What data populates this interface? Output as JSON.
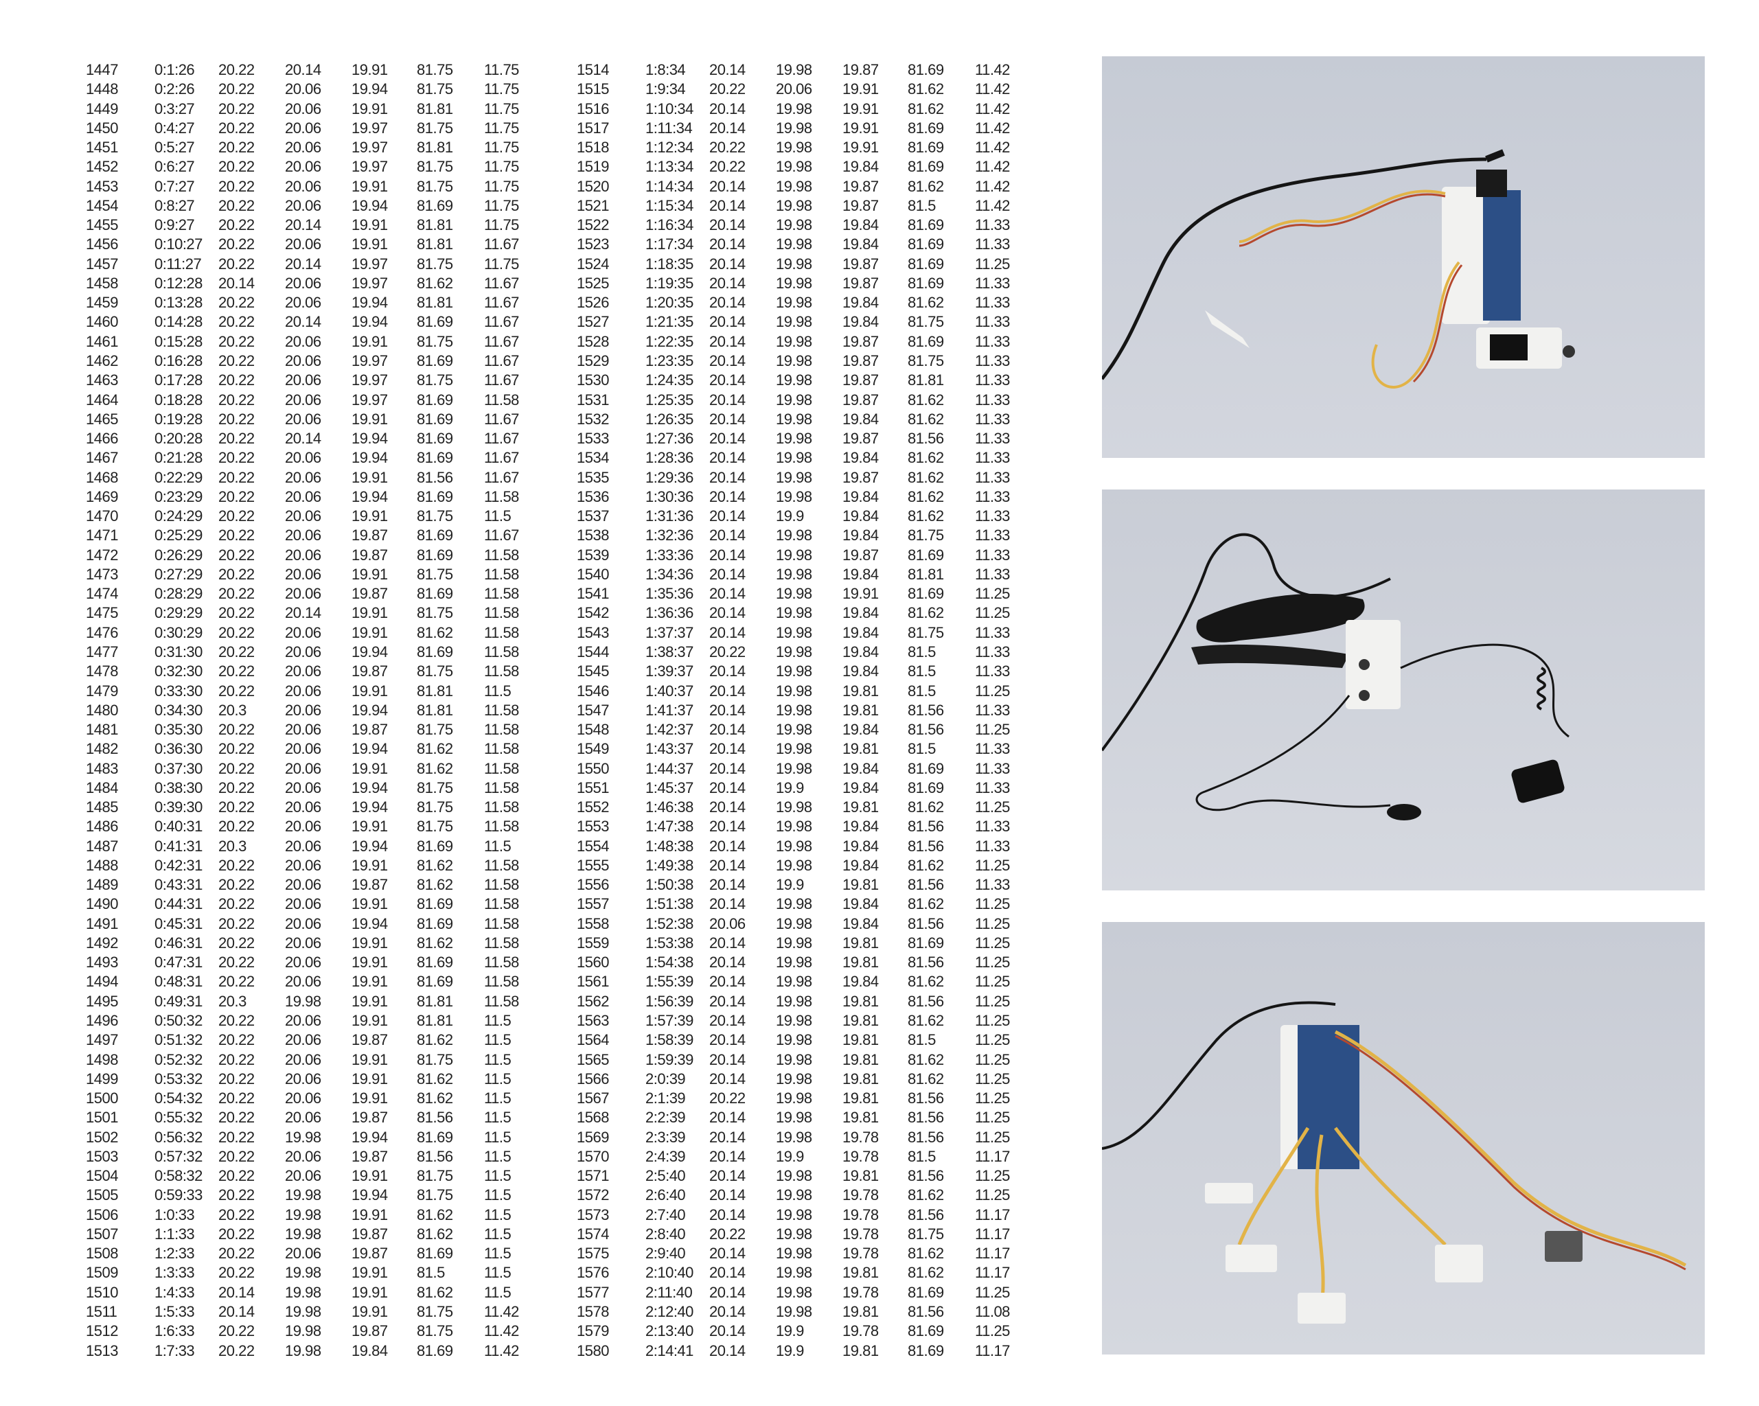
{
  "table": {
    "left_rows": [
      [
        "1447",
        "0:1:26",
        "20.22",
        "20.14",
        "19.91",
        "81.75",
        "11.75"
      ],
      [
        "1448",
        "0:2:26",
        "20.22",
        "20.06",
        "19.94",
        "81.75",
        "11.75"
      ],
      [
        "1449",
        "0:3:27",
        "20.22",
        "20.06",
        "19.91",
        "81.81",
        "11.75"
      ],
      [
        "1450",
        "0:4:27",
        "20.22",
        "20.06",
        "19.97",
        "81.75",
        "11.75"
      ],
      [
        "1451",
        "0:5:27",
        "20.22",
        "20.06",
        "19.97",
        "81.81",
        "11.75"
      ],
      [
        "1452",
        "0:6:27",
        "20.22",
        "20.06",
        "19.97",
        "81.75",
        "11.75"
      ],
      [
        "1453",
        "0:7:27",
        "20.22",
        "20.06",
        "19.91",
        "81.75",
        "11.75"
      ],
      [
        "1454",
        "0:8:27",
        "20.22",
        "20.06",
        "19.94",
        "81.69",
        "11.75"
      ],
      [
        "1455",
        "0:9:27",
        "20.22",
        "20.14",
        "19.91",
        "81.81",
        "11.75"
      ],
      [
        "1456",
        "0:10:27",
        "20.22",
        "20.06",
        "19.91",
        "81.81",
        "11.67"
      ],
      [
        "1457",
        "0:11:27",
        "20.22",
        "20.14",
        "19.97",
        "81.75",
        "11.75"
      ],
      [
        "1458",
        "0:12:28",
        "20.14",
        "20.06",
        "19.97",
        "81.62",
        "11.67"
      ],
      [
        "1459",
        "0:13:28",
        "20.22",
        "20.06",
        "19.94",
        "81.81",
        "11.67"
      ],
      [
        "1460",
        "0:14:28",
        "20.22",
        "20.14",
        "19.94",
        "81.69",
        "11.67"
      ],
      [
        "1461",
        "0:15:28",
        "20.22",
        "20.06",
        "19.91",
        "81.75",
        "11.67"
      ],
      [
        "1462",
        "0:16:28",
        "20.22",
        "20.06",
        "19.97",
        "81.69",
        "11.67"
      ],
      [
        "1463",
        "0:17:28",
        "20.22",
        "20.06",
        "19.97",
        "81.75",
        "11.67"
      ],
      [
        "1464",
        "0:18:28",
        "20.22",
        "20.06",
        "19.97",
        "81.69",
        "11.58"
      ],
      [
        "1465",
        "0:19:28",
        "20.22",
        "20.06",
        "19.91",
        "81.69",
        "11.67"
      ],
      [
        "1466",
        "0:20:28",
        "20.22",
        "20.14",
        "19.94",
        "81.69",
        "11.67"
      ],
      [
        "1467",
        "0:21:28",
        "20.22",
        "20.06",
        "19.94",
        "81.69",
        "11.67"
      ],
      [
        "1468",
        "0:22:29",
        "20.22",
        "20.06",
        "19.91",
        "81.56",
        "11.67"
      ],
      [
        "1469",
        "0:23:29",
        "20.22",
        "20.06",
        "19.94",
        "81.69",
        "11.58"
      ],
      [
        "1470",
        "0:24:29",
        "20.22",
        "20.06",
        "19.91",
        "81.75",
        "11.5"
      ],
      [
        "1471",
        "0:25:29",
        "20.22",
        "20.06",
        "19.87",
        "81.69",
        "11.67"
      ],
      [
        "1472",
        "0:26:29",
        "20.22",
        "20.06",
        "19.87",
        "81.69",
        "11.58"
      ],
      [
        "1473",
        "0:27:29",
        "20.22",
        "20.06",
        "19.91",
        "81.75",
        "11.58"
      ],
      [
        "1474",
        "0:28:29",
        "20.22",
        "20.06",
        "19.87",
        "81.69",
        "11.58"
      ],
      [
        "1475",
        "0:29:29",
        "20.22",
        "20.14",
        "19.91",
        "81.75",
        "11.58"
      ],
      [
        "1476",
        "0:30:29",
        "20.22",
        "20.06",
        "19.91",
        "81.62",
        "11.58"
      ],
      [
        "1477",
        "0:31:30",
        "20.22",
        "20.06",
        "19.94",
        "81.69",
        "11.58"
      ],
      [
        "1478",
        "0:32:30",
        "20.22",
        "20.06",
        "19.87",
        "81.75",
        "11.58"
      ],
      [
        "1479",
        "0:33:30",
        "20.22",
        "20.06",
        "19.91",
        "81.81",
        "11.5"
      ],
      [
        "1480",
        "0:34:30",
        "20.3",
        "20.06",
        "19.94",
        "81.81",
        "11.58"
      ],
      [
        "1481",
        "0:35:30",
        "20.22",
        "20.06",
        "19.87",
        "81.75",
        "11.58"
      ],
      [
        "1482",
        "0:36:30",
        "20.22",
        "20.06",
        "19.94",
        "81.62",
        "11.58"
      ],
      [
        "1483",
        "0:37:30",
        "20.22",
        "20.06",
        "19.91",
        "81.62",
        "11.58"
      ],
      [
        "1484",
        "0:38:30",
        "20.22",
        "20.06",
        "19.94",
        "81.75",
        "11.58"
      ],
      [
        "1485",
        "0:39:30",
        "20.22",
        "20.06",
        "19.94",
        "81.75",
        "11.58"
      ],
      [
        "1486",
        "0:40:31",
        "20.22",
        "20.06",
        "19.91",
        "81.75",
        "11.58"
      ],
      [
        "1487",
        "0:41:31",
        "20.3",
        "20.06",
        "19.94",
        "81.69",
        "11.5"
      ],
      [
        "1488",
        "0:42:31",
        "20.22",
        "20.06",
        "19.91",
        "81.62",
        "11.58"
      ],
      [
        "1489",
        "0:43:31",
        "20.22",
        "20.06",
        "19.87",
        "81.62",
        "11.58"
      ],
      [
        "1490",
        "0:44:31",
        "20.22",
        "20.06",
        "19.91",
        "81.69",
        "11.58"
      ],
      [
        "1491",
        "0:45:31",
        "20.22",
        "20.06",
        "19.94",
        "81.69",
        "11.58"
      ],
      [
        "1492",
        "0:46:31",
        "20.22",
        "20.06",
        "19.91",
        "81.62",
        "11.58"
      ],
      [
        "1493",
        "0:47:31",
        "20.22",
        "20.06",
        "19.91",
        "81.69",
        "11.58"
      ],
      [
        "1494",
        "0:48:31",
        "20.22",
        "20.06",
        "19.91",
        "81.69",
        "11.58"
      ],
      [
        "1495",
        "0:49:31",
        "20.3",
        "19.98",
        "19.91",
        "81.81",
        "11.58"
      ],
      [
        "1496",
        "0:50:32",
        "20.22",
        "20.06",
        "19.91",
        "81.81",
        "11.5"
      ],
      [
        "1497",
        "0:51:32",
        "20.22",
        "20.06",
        "19.87",
        "81.62",
        "11.5"
      ],
      [
        "1498",
        "0:52:32",
        "20.22",
        "20.06",
        "19.91",
        "81.75",
        "11.5"
      ],
      [
        "1499",
        "0:53:32",
        "20.22",
        "20.06",
        "19.91",
        "81.62",
        "11.5"
      ],
      [
        "1500",
        "0:54:32",
        "20.22",
        "20.06",
        "19.91",
        "81.62",
        "11.5"
      ],
      [
        "1501",
        "0:55:32",
        "20.22",
        "20.06",
        "19.87",
        "81.56",
        "11.5"
      ],
      [
        "1502",
        "0:56:32",
        "20.22",
        "19.98",
        "19.94",
        "81.69",
        "11.5"
      ],
      [
        "1503",
        "0:57:32",
        "20.22",
        "20.06",
        "19.87",
        "81.56",
        "11.5"
      ],
      [
        "1504",
        "0:58:32",
        "20.22",
        "20.06",
        "19.91",
        "81.75",
        "11.5"
      ],
      [
        "1505",
        "0:59:33",
        "20.22",
        "19.98",
        "19.94",
        "81.75",
        "11.5"
      ],
      [
        "1506",
        "1:0:33",
        "20.22",
        "19.98",
        "19.91",
        "81.62",
        "11.5"
      ],
      [
        "1507",
        "1:1:33",
        "20.22",
        "19.98",
        "19.87",
        "81.62",
        "11.5"
      ],
      [
        "1508",
        "1:2:33",
        "20.22",
        "20.06",
        "19.87",
        "81.69",
        "11.5"
      ],
      [
        "1509",
        "1:3:33",
        "20.22",
        "19.98",
        "19.91",
        "81.5",
        "11.5"
      ],
      [
        "1510",
        "1:4:33",
        "20.14",
        "19.98",
        "19.91",
        "81.62",
        "11.5"
      ],
      [
        "1511",
        "1:5:33",
        "20.14",
        "19.98",
        "19.91",
        "81.75",
        "11.42"
      ],
      [
        "1512",
        "1:6:33",
        "20.22",
        "19.98",
        "19.87",
        "81.75",
        "11.42"
      ],
      [
        "1513",
        "1:7:33",
        "20.22",
        "19.98",
        "19.84",
        "81.69",
        "11.42"
      ]
    ],
    "right_rows": [
      [
        "1514",
        "1:8:34",
        "20.14",
        "19.98",
        "19.87",
        "81.69",
        "11.42"
      ],
      [
        "1515",
        "1:9:34",
        "20.22",
        "20.06",
        "19.91",
        "81.62",
        "11.42"
      ],
      [
        "1516",
        "1:10:34",
        "20.14",
        "19.98",
        "19.91",
        "81.62",
        "11.42"
      ],
      [
        "1517",
        "1:11:34",
        "20.14",
        "19.98",
        "19.91",
        "81.69",
        "11.42"
      ],
      [
        "1518",
        "1:12:34",
        "20.22",
        "19.98",
        "19.91",
        "81.69",
        "11.42"
      ],
      [
        "1519",
        "1:13:34",
        "20.22",
        "19.98",
        "19.84",
        "81.69",
        "11.42"
      ],
      [
        "1520",
        "1:14:34",
        "20.14",
        "19.98",
        "19.87",
        "81.62",
        "11.42"
      ],
      [
        "1521",
        "1:15:34",
        "20.14",
        "19.98",
        "19.87",
        "81.5",
        "11.42"
      ],
      [
        "1522",
        "1:16:34",
        "20.14",
        "19.98",
        "19.84",
        "81.69",
        "11.33"
      ],
      [
        "1523",
        "1:17:34",
        "20.14",
        "19.98",
        "19.84",
        "81.69",
        "11.33"
      ],
      [
        "1524",
        "1:18:35",
        "20.14",
        "19.98",
        "19.87",
        "81.69",
        "11.25"
      ],
      [
        "1525",
        "1:19:35",
        "20.14",
        "19.98",
        "19.87",
        "81.69",
        "11.33"
      ],
      [
        "1526",
        "1:20:35",
        "20.14",
        "19.98",
        "19.84",
        "81.62",
        "11.33"
      ],
      [
        "1527",
        "1:21:35",
        "20.14",
        "19.98",
        "19.84",
        "81.75",
        "11.33"
      ],
      [
        "1528",
        "1:22:35",
        "20.14",
        "19.98",
        "19.87",
        "81.69",
        "11.33"
      ],
      [
        "1529",
        "1:23:35",
        "20.14",
        "19.98",
        "19.87",
        "81.75",
        "11.33"
      ],
      [
        "1530",
        "1:24:35",
        "20.14",
        "19.98",
        "19.87",
        "81.81",
        "11.33"
      ],
      [
        "1531",
        "1:25:35",
        "20.14",
        "19.98",
        "19.87",
        "81.62",
        "11.33"
      ],
      [
        "1532",
        "1:26:35",
        "20.14",
        "19.98",
        "19.84",
        "81.62",
        "11.33"
      ],
      [
        "1533",
        "1:27:36",
        "20.14",
        "19.98",
        "19.87",
        "81.56",
        "11.33"
      ],
      [
        "1534",
        "1:28:36",
        "20.14",
        "19.98",
        "19.84",
        "81.62",
        "11.33"
      ],
      [
        "1535",
        "1:29:36",
        "20.14",
        "19.98",
        "19.87",
        "81.62",
        "11.33"
      ],
      [
        "1536",
        "1:30:36",
        "20.14",
        "19.98",
        "19.84",
        "81.62",
        "11.33"
      ],
      [
        "1537",
        "1:31:36",
        "20.14",
        "19.9",
        "19.84",
        "81.62",
        "11.33"
      ],
      [
        "1538",
        "1:32:36",
        "20.14",
        "19.98",
        "19.84",
        "81.75",
        "11.33"
      ],
      [
        "1539",
        "1:33:36",
        "20.14",
        "19.98",
        "19.87",
        "81.69",
        "11.33"
      ],
      [
        "1540",
        "1:34:36",
        "20.14",
        "19.98",
        "19.84",
        "81.81",
        "11.33"
      ],
      [
        "1541",
        "1:35:36",
        "20.14",
        "19.98",
        "19.91",
        "81.69",
        "11.25"
      ],
      [
        "1542",
        "1:36:36",
        "20.14",
        "19.98",
        "19.84",
        "81.62",
        "11.25"
      ],
      [
        "1543",
        "1:37:37",
        "20.14",
        "19.98",
        "19.84",
        "81.75",
        "11.33"
      ],
      [
        "1544",
        "1:38:37",
        "20.22",
        "19.98",
        "19.84",
        "81.5",
        "11.33"
      ],
      [
        "1545",
        "1:39:37",
        "20.14",
        "19.98",
        "19.84",
        "81.5",
        "11.33"
      ],
      [
        "1546",
        "1:40:37",
        "20.14",
        "19.98",
        "19.81",
        "81.5",
        "11.25"
      ],
      [
        "1547",
        "1:41:37",
        "20.14",
        "19.98",
        "19.81",
        "81.56",
        "11.33"
      ],
      [
        "1548",
        "1:42:37",
        "20.14",
        "19.98",
        "19.84",
        "81.56",
        "11.25"
      ],
      [
        "1549",
        "1:43:37",
        "20.14",
        "19.98",
        "19.81",
        "81.5",
        "11.33"
      ],
      [
        "1550",
        "1:44:37",
        "20.14",
        "19.98",
        "19.84",
        "81.69",
        "11.33"
      ],
      [
        "1551",
        "1:45:37",
        "20.14",
        "19.9",
        "19.84",
        "81.69",
        "11.33"
      ],
      [
        "1552",
        "1:46:38",
        "20.14",
        "19.98",
        "19.81",
        "81.62",
        "11.25"
      ],
      [
        "1553",
        "1:47:38",
        "20.14",
        "19.98",
        "19.84",
        "81.56",
        "11.33"
      ],
      [
        "1554",
        "1:48:38",
        "20.14",
        "19.98",
        "19.84",
        "81.56",
        "11.33"
      ],
      [
        "1555",
        "1:49:38",
        "20.14",
        "19.98",
        "19.84",
        "81.62",
        "11.25"
      ],
      [
        "1556",
        "1:50:38",
        "20.14",
        "19.9",
        "19.81",
        "81.56",
        "11.33"
      ],
      [
        "1557",
        "1:51:38",
        "20.14",
        "19.98",
        "19.84",
        "81.62",
        "11.25"
      ],
      [
        "1558",
        "1:52:38",
        "20.06",
        "19.98",
        "19.84",
        "81.56",
        "11.25"
      ],
      [
        "1559",
        "1:53:38",
        "20.14",
        "19.98",
        "19.81",
        "81.69",
        "11.25"
      ],
      [
        "1560",
        "1:54:38",
        "20.14",
        "19.98",
        "19.81",
        "81.56",
        "11.25"
      ],
      [
        "1561",
        "1:55:39",
        "20.14",
        "19.98",
        "19.84",
        "81.62",
        "11.25"
      ],
      [
        "1562",
        "1:56:39",
        "20.14",
        "19.98",
        "19.81",
        "81.56",
        "11.25"
      ],
      [
        "1563",
        "1:57:39",
        "20.14",
        "19.98",
        "19.81",
        "81.62",
        "11.25"
      ],
      [
        "1564",
        "1:58:39",
        "20.14",
        "19.98",
        "19.81",
        "81.5",
        "11.25"
      ],
      [
        "1565",
        "1:59:39",
        "20.14",
        "19.98",
        "19.81",
        "81.62",
        "11.25"
      ],
      [
        "1566",
        "2:0:39",
        "20.14",
        "19.98",
        "19.81",
        "81.62",
        "11.25"
      ],
      [
        "1567",
        "2:1:39",
        "20.22",
        "19.98",
        "19.81",
        "81.56",
        "11.25"
      ],
      [
        "1568",
        "2:2:39",
        "20.14",
        "19.98",
        "19.81",
        "81.56",
        "11.25"
      ],
      [
        "1569",
        "2:3:39",
        "20.14",
        "19.98",
        "19.78",
        "81.56",
        "11.25"
      ],
      [
        "1570",
        "2:4:39",
        "20.14",
        "19.9",
        "19.78",
        "81.5",
        "11.17"
      ],
      [
        "1571",
        "2:5:40",
        "20.14",
        "19.98",
        "19.81",
        "81.56",
        "11.25"
      ],
      [
        "1572",
        "2:6:40",
        "20.14",
        "19.98",
        "19.78",
        "81.62",
        "11.25"
      ],
      [
        "1573",
        "2:7:40",
        "20.14",
        "19.98",
        "19.78",
        "81.56",
        "11.17"
      ],
      [
        "1574",
        "2:8:40",
        "20.22",
        "19.98",
        "19.78",
        "81.75",
        "11.17"
      ],
      [
        "1575",
        "2:9:40",
        "20.14",
        "19.98",
        "19.78",
        "81.62",
        "11.17"
      ],
      [
        "1576",
        "2:10:40",
        "20.14",
        "19.98",
        "19.81",
        "81.62",
        "11.17"
      ],
      [
        "1577",
        "2:11:40",
        "20.14",
        "19.98",
        "19.78",
        "81.69",
        "11.25"
      ],
      [
        "1578",
        "2:12:40",
        "20.14",
        "19.98",
        "19.81",
        "81.56",
        "11.08"
      ],
      [
        "1579",
        "2:13:40",
        "20.14",
        "19.9",
        "19.78",
        "81.69",
        "11.25"
      ],
      [
        "1580",
        "2:14:41",
        "20.14",
        "19.9",
        "19.81",
        "81.69",
        "11.17"
      ]
    ]
  },
  "colors": {
    "photo_background": "#cdd1da",
    "cable_black": "#151515",
    "cable_yellow": "#e2b347",
    "cable_red": "#b5492e",
    "board_blue": "#2c4f86",
    "housing_white": "#f2f2f0"
  }
}
